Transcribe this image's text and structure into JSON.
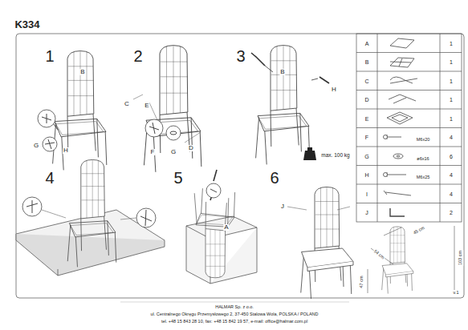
{
  "diagram": {
    "title": "K334",
    "labels": [
      "1",
      "2",
      "3",
      "4",
      "5",
      "6",
      "B",
      "G",
      "H",
      "C",
      "E",
      "F",
      "G",
      "D",
      "B",
      "H",
      "A",
      "J",
      "max. 100 kg",
      "A",
      "1",
      "B",
      "1",
      "C",
      "1",
      "D",
      "1",
      "E",
      "1",
      "F",
      "M6x20",
      "4",
      "G",
      "ø6x16",
      "6",
      "H",
      "M6x25",
      "4",
      "I",
      "4",
      "J",
      "2",
      "45 cm",
      "54 cm",
      "103 cm",
      "47 cm",
      "v.1",
      "HALMAR Sp. z o.o.",
      "ul. Centralnego Okręgu Przemysłowego 2, 37-450 Stalowa Wola, POLSKA / POLAND",
      "tel. +48 15 843 28 10, fax: +48 15 842 19 57, e-mail: office@halmar.com.pl"
    ]
  }
}
